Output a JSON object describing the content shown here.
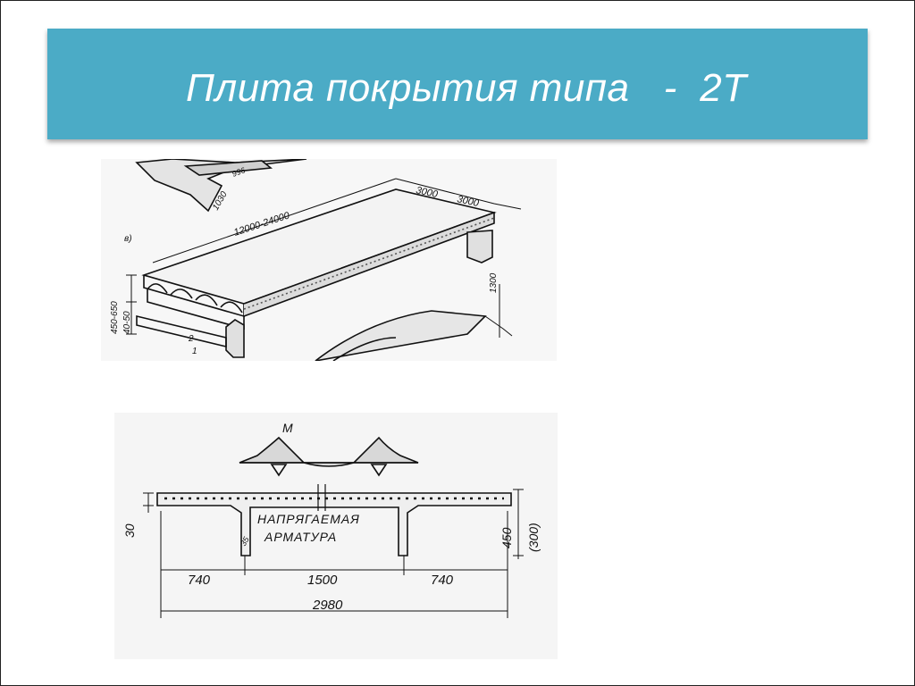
{
  "slide": {
    "title": "Плита покрытия типа   -  2Т"
  },
  "drawing_top": {
    "dim_length": "12000-24000",
    "dim_span1": "3000",
    "dim_span2": "3000",
    "dim_width": "1030",
    "dim_top": "996",
    "dim_height": "450-650",
    "dim_flange": "40-50",
    "dim_side": "1300",
    "label_v": "в)",
    "label_1": "1",
    "label_2": "2"
  },
  "drawing_bottom": {
    "moment_label": "M",
    "rebar_label_1": "НАПРЯГАЕМАЯ",
    "rebar_label_2": "АРМАТУРА",
    "dim_left": "740",
    "dim_mid": "1500",
    "dim_right": "740",
    "dim_total": "2980",
    "dim_height": "450",
    "dim_height_alt": "(300)",
    "dim_flange": "30",
    "dim_rib": "35"
  }
}
